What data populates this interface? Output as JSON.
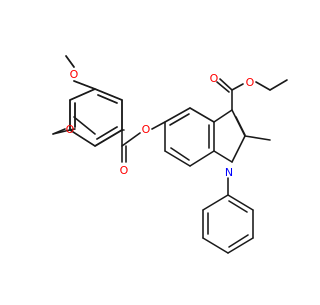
{
  "molecule": {
    "atom_labels": {
      "methoxy_top_o": "O",
      "methoxy_bottom_o": "O",
      "ester_link_o": "O",
      "benzoate_carbonyl_o": "O",
      "ethyl_ester_carbonyl_o": "O",
      "ethyl_ester_o": "O",
      "indole_n": "N"
    },
    "colors": {
      "bond": "#1a1a1a",
      "oxygen": "#ff0000",
      "nitrogen": "#0000ff",
      "background": "#ffffff"
    }
  }
}
